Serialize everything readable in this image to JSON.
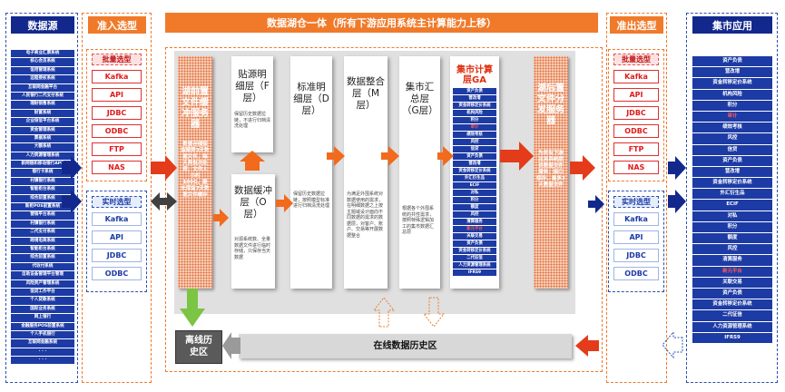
{
  "headers": {
    "source": "数据源",
    "ingest": "准入选型",
    "lake": "数据湖仓一体（所有下游应用系统主计算能力上移）",
    "egress": "准出选型",
    "market": "集市应用"
  },
  "sources": [
    "电子商业汇票系统",
    "核心会员系统",
    "信用管理系统",
    "远程授权系统",
    "互联网金融平台",
    "人民银行二代支付系统",
    "理财销售系统",
    "财富系统",
    "企业短信平台系统",
    "资金管理系统",
    "票据系统",
    "大额系统",
    "人力资源管理系统",
    "新网银和移动银行APP",
    "银行卡系统",
    "村镇银行系统",
    "智能柜台系统",
    "综合前置系统",
    "新柜POS前置系统",
    "营销平台系统",
    "村镇银行系统",
    "二代支付系统",
    "跨境电商系统",
    "智能柜台系统",
    "综合前置系统",
    "代收付系统",
    "自助设备管理平台管理",
    "风险资产管理系统",
    "信贷工作平台",
    "个人贷款系统",
    "国际业务系统",
    "网上银行",
    "金融服务POS前置系统",
    "个人手机银行",
    "互联网金融系统",
    "·  ·  ·",
    "·  ·  ·"
  ],
  "ingest": {
    "batch_title": "批量选型",
    "batch": [
      "Kafka",
      "API",
      "JDBC",
      "ODBC",
      "FTP",
      "NAS"
    ],
    "realtime_title": "实时选型",
    "realtime": [
      "Kafka",
      "API",
      "JDBC",
      "ODBC"
    ]
  },
  "lake": {
    "pre_buffer": {
      "title": "湖前置文件缓冲服务器",
      "desc": "数据存储保留期限3天数据文件，每天两批次处理，文件大小约100G，最长保留7天数据文件缓存"
    },
    "paste": {
      "title": "贴源明细层（F层）",
      "desc": "保留历史数据拉链，不进行归档清洗处理"
    },
    "buffer": {
      "title": "数据缓冲层（O层）",
      "desc": "对源系统数、全量数据文件进行临时存储，只保存当天数据"
    },
    "standard": {
      "title": "标准明细层（D层）",
      "desc": "保留历史数据拉链，按照模型标准进行归档清洗处理"
    },
    "integrate": {
      "title": "数据整合层（M层）",
      "desc": "为满足外围系统对数据使用的需求，在明细数据之上按主题域设计面向不同数据的需求的数据层，对客户、账户、交易等开展数据整合"
    },
    "summary": {
      "title": "集市汇总层（G层）",
      "desc": "根据各个外围系统的共性需求，按照特殊逻辑加工的集市数据汇总层"
    },
    "ga": {
      "title": "集市计算层GA",
      "items": [
        "资产负债",
        "营改增",
        "资金转移定价系统",
        "机构风险",
        "积分",
        "审计",
        "绩效考核",
        "风控",
        "信贷",
        "资产负债",
        "营改增",
        "资金转移定价系统",
        "外汇衍生品",
        "ECIF",
        "对私",
        "积分",
        "额度",
        "风控",
        "清算服务",
        "新元平台",
        "关联交易",
        "资产负债",
        "资金转移定价系统",
        "二代征信",
        "人力资源管理系统",
        "IFRS9"
      ]
    },
    "post_buffer": {
      "title": "湖后置文件分发服务器",
      "desc": "为所有下游应用系统提供数据文件服务，接口保存，最多3天数据文件"
    },
    "offline": "离线历史区",
    "online": "在线数据历史区"
  },
  "egress": {
    "batch_title": "批量选型",
    "batch": [
      "Kafka",
      "API",
      "JDBC",
      "ODBC",
      "FTP",
      "NAS"
    ],
    "realtime_title": "实时选型",
    "realtime": [
      "Kafka",
      "API",
      "JDBC",
      "ODBC"
    ]
  },
  "market": [
    "资产负债",
    "营改增",
    "资金转移定价系统",
    "机构风险",
    "积分",
    "审计",
    "绩效考核",
    "风控",
    "信贷",
    "资产负债",
    "营改增",
    "资金转移定价系统",
    "外汇衍生品",
    "ECIF",
    "对私",
    "积分",
    "额度",
    "风控",
    "清算服务",
    "新元平台",
    "关联交易",
    "资产负债",
    "资金转移定价系统",
    "二代征信",
    "人力资源管理系统",
    "IFRS9"
  ],
  "market_highlight": [
    5,
    19
  ],
  "colors": {
    "navy": "#12288c",
    "blue": "#1d3ba5",
    "orange": "#f07a2a",
    "green": "#7cc444",
    "gray": "#e0e0e0"
  }
}
